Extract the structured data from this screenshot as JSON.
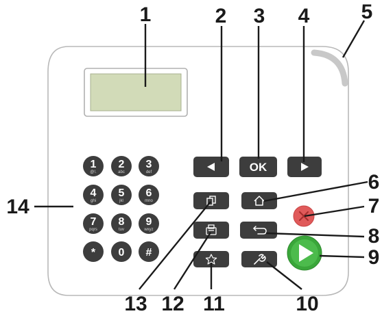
{
  "callouts": {
    "c1": "1",
    "c2": "2",
    "c3": "3",
    "c4": "4",
    "c5": "5",
    "c6": "6",
    "c7": "7",
    "c8": "8",
    "c9": "9",
    "c10": "10",
    "c11": "11",
    "c12": "12",
    "c13": "13",
    "c14": "14"
  },
  "keypad": [
    {
      "digit": "1",
      "sub": "@!."
    },
    {
      "digit": "2",
      "sub": "abc"
    },
    {
      "digit": "3",
      "sub": "def"
    },
    {
      "digit": "4",
      "sub": "ghi"
    },
    {
      "digit": "5",
      "sub": "jkl"
    },
    {
      "digit": "6",
      "sub": "mno"
    },
    {
      "digit": "7",
      "sub": "pqrs"
    },
    {
      "digit": "8",
      "sub": "tuv"
    },
    {
      "digit": "9",
      "sub": "wxyz"
    },
    {
      "digit": "*",
      "sub": ""
    },
    {
      "digit": "0",
      "sub": ""
    },
    {
      "digit": "#",
      "sub": ""
    }
  ],
  "buttons": {
    "ok_label": "OK"
  },
  "colors": {
    "button_dark": "#3d3d3d",
    "display_screen": "#d2dbb8",
    "stop_button": "#e05a5a",
    "start_button": "#3aa63a",
    "callout_line": "#1a1a1a",
    "panel_outline": "#b8b8b8"
  }
}
